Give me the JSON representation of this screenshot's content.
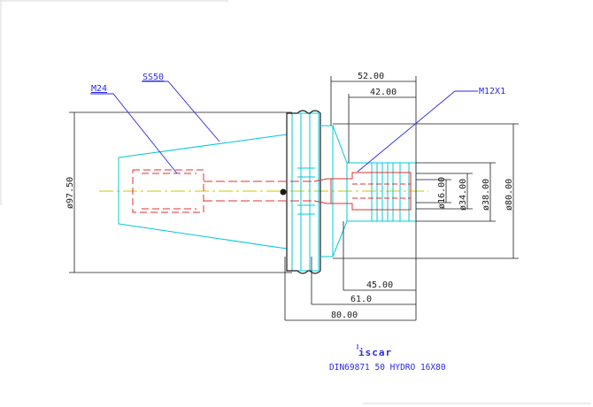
{
  "drawing": {
    "labels": {
      "thread_left": "M24",
      "taper": "SS50",
      "thread_right": "M12X1"
    },
    "dimensions": {
      "top_52": "52.00",
      "top_42": "42.00",
      "bottom_45": "45.00",
      "bottom_61": "61.0",
      "bottom_80": "80.00",
      "dia_97_5": "ø97.50",
      "dia_16": "ø16.00",
      "dia_34": "ø34.00",
      "dia_38": "ø38.00",
      "dia_80": "ø80.00"
    },
    "title_block": {
      "logo_text": "iscar",
      "caption": "DIN69871  50  HYDRO  16X80"
    },
    "colors": {
      "outline": "#1a1a1a",
      "holder": "#00c8d8",
      "bore": "#e03030",
      "leader": "#2a2ae6",
      "centerline": "#c8c800"
    }
  }
}
